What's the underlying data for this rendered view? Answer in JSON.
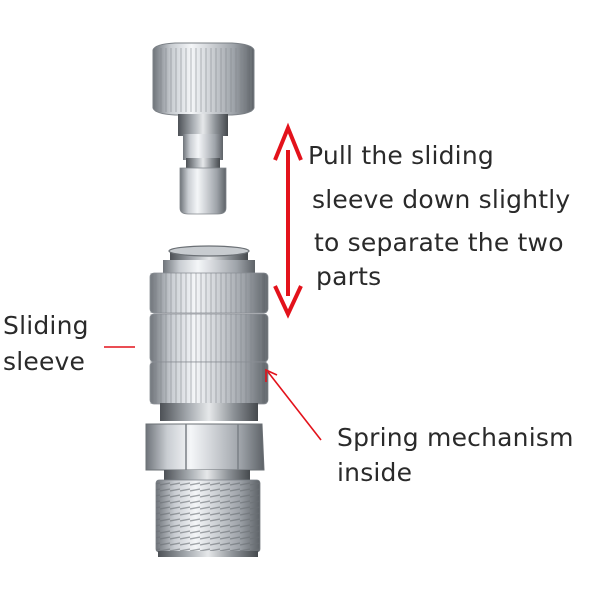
{
  "annotations": {
    "pull_instruction": [
      "Pull the sliding",
      "sleeve down slightly",
      "to separate the two",
      "parts"
    ],
    "sliding_sleeve": [
      "Sliding",
      "sleeve"
    ],
    "spring_mechanism": [
      "Spring mechanism",
      "inside"
    ]
  },
  "colors": {
    "arrow": "#e3121b",
    "leader_line": "#e3121b",
    "text": "#2a2a2a",
    "metal_light": "#f2f4f6",
    "metal_dark": "#6f747a"
  }
}
